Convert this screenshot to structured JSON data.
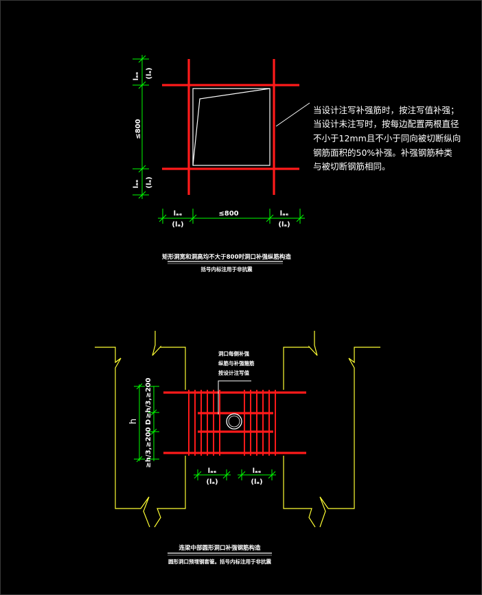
{
  "diagram1": {
    "dim_left_top": "lₐₑ",
    "dim_left_top_sub": "(lₐ)",
    "dim_left_mid": "≤800",
    "dim_left_bot": "lₐₑ",
    "dim_left_bot_sub": "(lₐ)",
    "dim_bot_left": "lₐₑ",
    "dim_bot_left_sub": "(lₐ)",
    "dim_bot_mid": "≤800",
    "dim_bot_right": "lₐₑ",
    "dim_bot_right_sub": "(lₐ)",
    "note_lines": [
      "当设计注写补强筋时，按注写值补强；",
      "当设计未注写时，按每边配置两根直径",
      "不小于12mm且不小于同向被切断纵向",
      "钢筋面积的50%补强。补强钢筋种类",
      "与被切断钢筋相同。"
    ],
    "title": "矩形洞宽和洞高均不大于800时洞口补强纵筋构造",
    "subtitle": "括号内标注用于非抗震"
  },
  "diagram2": {
    "callout_lines": [
      "洞口每侧补强",
      "纵筋与补强箍筋",
      "按设计注写值"
    ],
    "dim_h": "h",
    "dim_top": "≥h/3,≥200",
    "dim_mid": "D",
    "dim_bot": "≥h/3,≥200",
    "dim_left": "lₐₑ",
    "dim_left_sub": "(lₐ)",
    "dim_right": "lₐₑ",
    "dim_right_sub": "(lₐ)",
    "title": "连梁中部圆形洞口补强钢筋构造",
    "subtitle": "圆形洞口预埋钢套管。括号内标注用于非抗震"
  },
  "colors": {
    "rebar": "#ff1a1a",
    "dimension": "#00ff00",
    "outline": "#ffff33",
    "text": "#ffffff"
  }
}
